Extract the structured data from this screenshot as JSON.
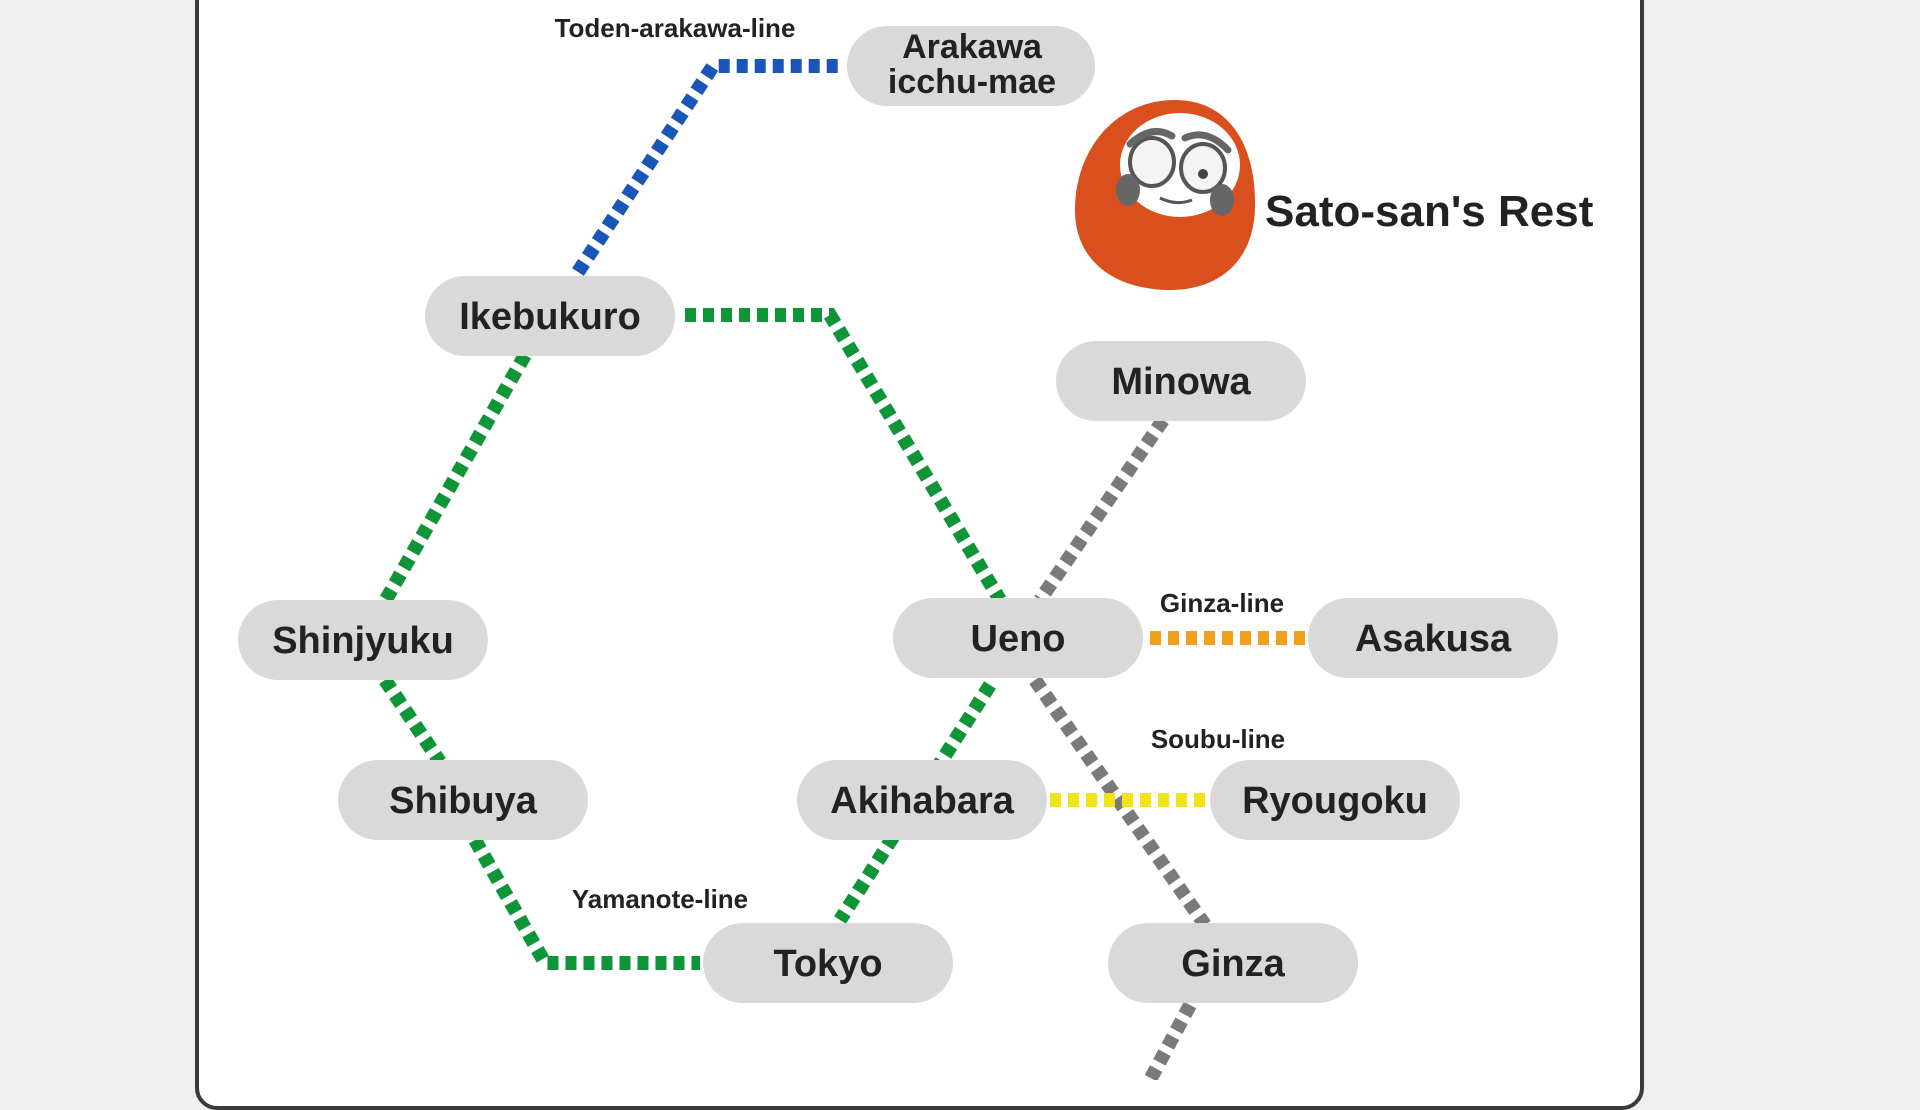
{
  "map": {
    "rest_name": "Sato-san's Rest",
    "colors": {
      "yamanote": "#0f9437",
      "toden_arakawa": "#1a55b8",
      "ginza": "#f0a01c",
      "soubu": "#f2e319",
      "gray_line": "#7a7a7a",
      "station_fill": "#d9d9d9",
      "daruma": "#d9501e"
    },
    "lines": {
      "toden_arakawa": "Toden-arakawa-line",
      "ginza": "Ginza-line",
      "soubu": "Soubu-line",
      "yamanote": "Yamanote-line"
    },
    "stations": {
      "arakawa_line1": "Arakawa",
      "arakawa_line2": "icchu-mae",
      "ikebukuro": "Ikebukuro",
      "minowa": "Minowa",
      "shinjyuku": "Shinjyuku",
      "ueno": "Ueno",
      "asakusa": "Asakusa",
      "shibuya": "Shibuya",
      "akihabara": "Akihabara",
      "ryougoku": "Ryougoku",
      "tokyo": "Tokyo",
      "ginza": "Ginza"
    }
  }
}
